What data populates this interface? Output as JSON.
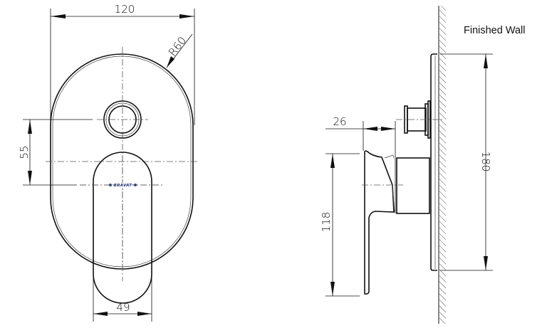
{
  "labels": {
    "finished_wall": "Finished Wall"
  },
  "dimensions": {
    "front_width": "120",
    "front_radius": "R60",
    "spindle_to_lever_center": "55",
    "lever_width": "49",
    "lever_projection": "26",
    "lever_height": "118",
    "cover_plate_height": "180"
  },
  "brand_mark": "BRAVAT",
  "colors": {
    "line": "#111111",
    "centerline": "#555555",
    "brand": "#1d2a6b",
    "background": "#ffffff"
  }
}
